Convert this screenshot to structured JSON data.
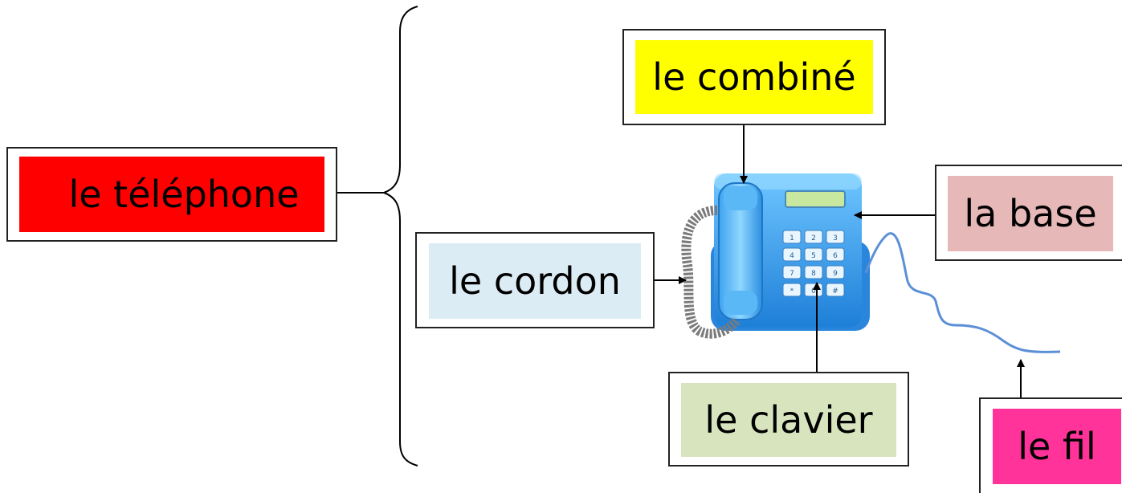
{
  "root": {
    "label": "le téléphone",
    "color": "#ff0000"
  },
  "parts": {
    "combine": {
      "label": "le combiné",
      "color": "#ffff00"
    },
    "base": {
      "label": "la base",
      "color": "#e6b8b7"
    },
    "cordon": {
      "label": "le cordon",
      "color": "#dcecf4"
    },
    "clavier": {
      "label": "le clavier",
      "color": "#d7e4bd"
    },
    "fil": {
      "label": "le fil",
      "color": "#ff3399"
    }
  },
  "keypad": [
    "1",
    "2",
    "3",
    "4",
    "5",
    "6",
    "7",
    "8",
    "9",
    "*",
    "0",
    "#"
  ]
}
